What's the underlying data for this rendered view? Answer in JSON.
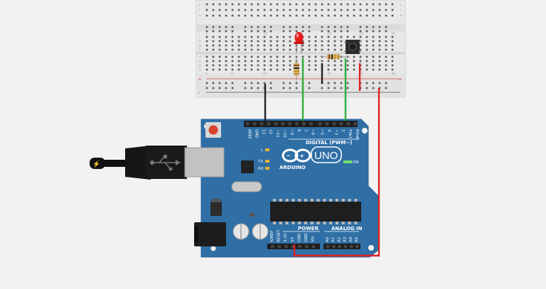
{
  "board": {
    "brand": "ARDUINO",
    "model": "UNO",
    "digital_label": "DIGITAL (PWM~)",
    "power_label": "POWER",
    "analog_label": "ANALOG IN",
    "on_label": "ON",
    "l_label": "L",
    "tx_label": "TX",
    "rx_label": "RX",
    "digital_pins": [
      "AREF",
      "GND",
      "13",
      "12",
      "~11",
      "~10",
      "~9",
      "8",
      "7",
      "~6",
      "~5",
      "4",
      "~3",
      "2",
      "TX▸1",
      "RX◂0"
    ],
    "power_pins": [
      "IOREF",
      "RESET",
      "3.3V",
      "5V",
      "GND",
      "GND",
      "Vin"
    ],
    "analog_pins": [
      "A0",
      "A1",
      "A2",
      "A3",
      "A4",
      "A5"
    ]
  },
  "breadboard": {
    "row_letters_top": [
      "j",
      "i",
      "h",
      "g",
      "f"
    ],
    "row_letters_bottom": [
      "e",
      "d",
      "c",
      "b",
      "a"
    ],
    "column_numbers": [
      "1",
      "5",
      "10",
      "15",
      "20",
      "25",
      "30"
    ],
    "rail_plus": "+",
    "rail_minus": "-"
  },
  "colors": {
    "board": "#2f6fa6",
    "breadboard": "#e9e9e9",
    "wire_green": "#2fae3a",
    "wire_red": "#e02020",
    "wire_black": "#222222",
    "led": "#e41b1b",
    "resistor": "#d8b27a"
  }
}
